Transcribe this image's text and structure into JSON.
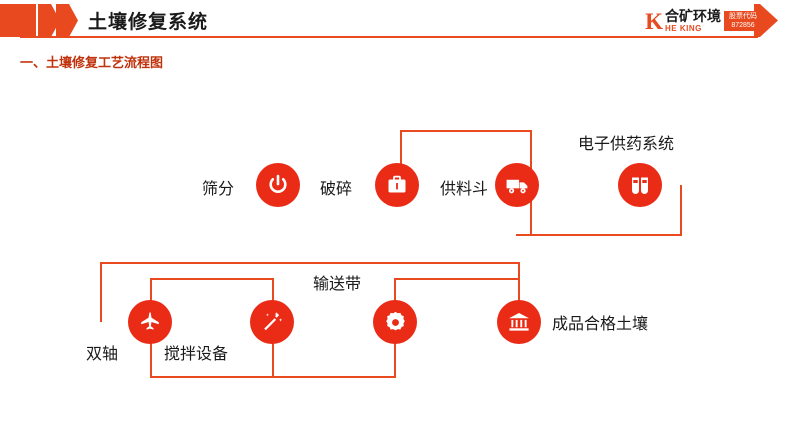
{
  "header": {
    "title": "土壤修复系统",
    "chevron_icon": "double-chevron-icon",
    "logo": {
      "mark": "K",
      "name_cn": "合矿环境",
      "name_en": "HE KING",
      "badge_line1": "股票代码",
      "badge_line2": "872856"
    }
  },
  "section": {
    "title": "一、土壤修复工艺流程图"
  },
  "flow": {
    "nodes": [
      {
        "id": "screening",
        "label": "筛分",
        "icon": "power-icon"
      },
      {
        "id": "crushing",
        "label": "破碎",
        "icon": "briefcase-icon"
      },
      {
        "id": "feed-hopper",
        "label": "供料斗",
        "icon": "truck-icon"
      },
      {
        "id": "dosing",
        "label": "电子供药系统",
        "icon": "dual-tank-icon"
      },
      {
        "id": "dual-shaft",
        "label": "双轴",
        "icon": "plane-icon"
      },
      {
        "id": "mixer",
        "label": "搅拌设备",
        "icon": "magic-wand-icon"
      },
      {
        "id": "conveyor",
        "label": "输送带",
        "icon": "gear-icon"
      },
      {
        "id": "product",
        "label": "成品合格土壤",
        "icon": "bank-icon"
      }
    ],
    "accent_color": "#ea2b16",
    "line_color": "#e8491f"
  }
}
